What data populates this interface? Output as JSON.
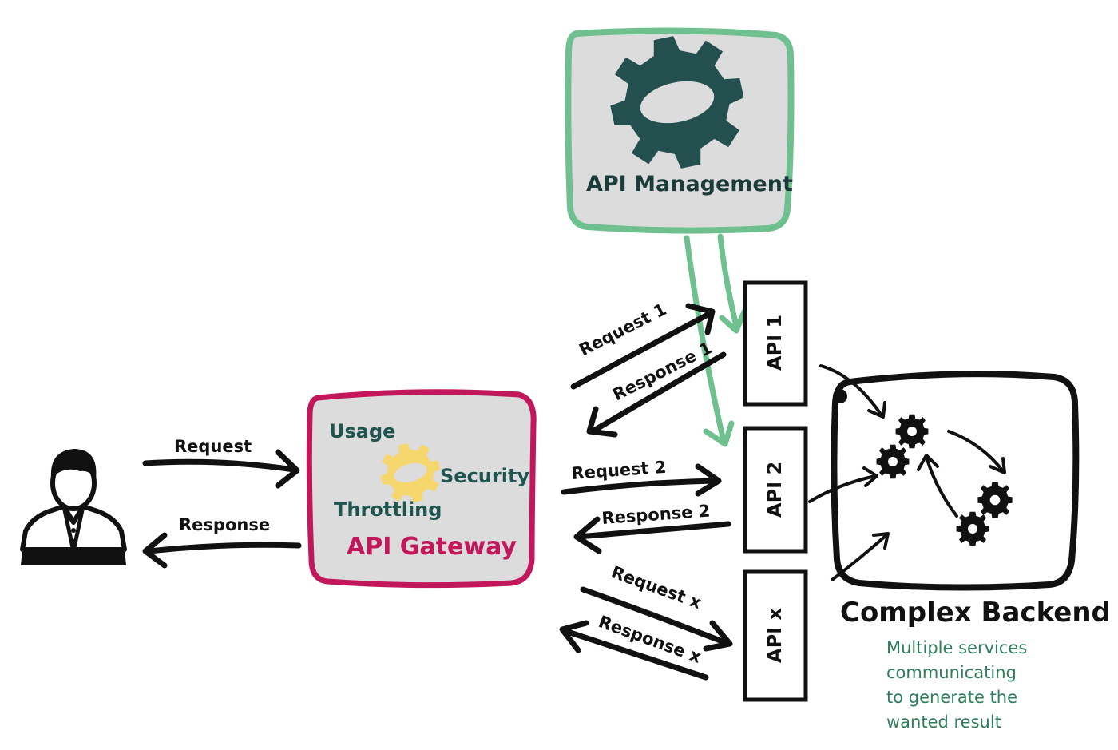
{
  "user": {
    "icon": "user-icon"
  },
  "client_arrows": {
    "request_label": "Request",
    "response_label": "Response"
  },
  "gateway": {
    "title": "API Gateway",
    "features": [
      "Usage",
      "Security",
      "Throttling"
    ],
    "border_color": "#c2185b",
    "gear_color": "#f5d76e",
    "gear_icon": "gear-icon"
  },
  "management": {
    "title": "API Management",
    "border_color": "#6fc08f",
    "gear_color": "#23504e",
    "gear_icon": "gear-icon"
  },
  "apis": [
    {
      "label": "API 1",
      "request": "Request 1",
      "response": "Response 1"
    },
    {
      "label": "API 2",
      "request": "Request 2",
      "response": "Response 2"
    },
    {
      "label": "API x",
      "request": "Request x",
      "response": "Response x"
    }
  ],
  "backend": {
    "title": "Complex Backend",
    "description_lines": [
      "Multiple  services",
      "communicating",
      "to  generate  the",
      "wanted result"
    ],
    "gear_icon": "gear-icon"
  }
}
